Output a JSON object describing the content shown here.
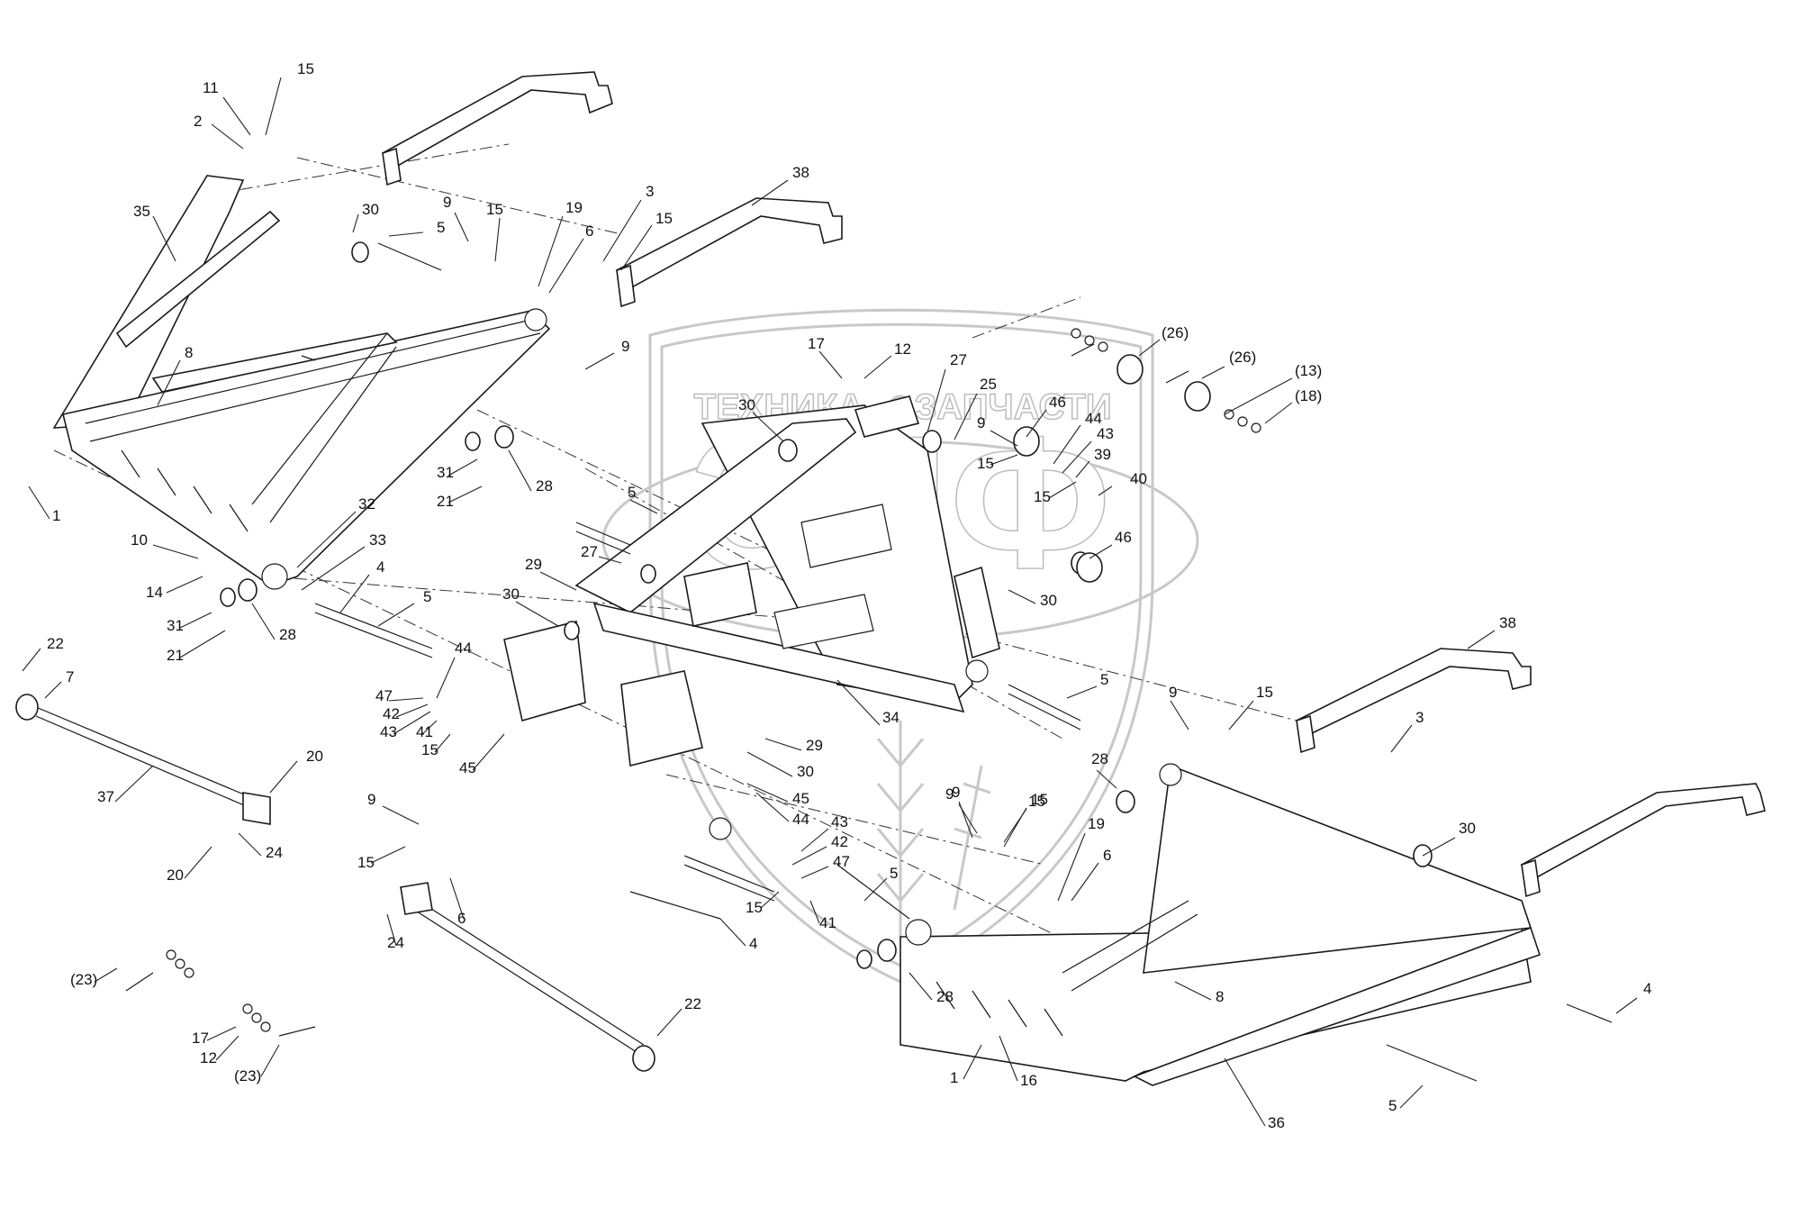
{
  "watermark": {
    "line1": "ТЕХНИКА",
    "line2": "ЗАПЧАСТИ",
    "logo": "ЭЛФ"
  },
  "callouts": [
    {
      "id": "c11a",
      "text": "11"
    },
    {
      "id": "c15a",
      "text": "15"
    },
    {
      "id": "c2",
      "text": "2"
    },
    {
      "id": "c35",
      "text": "35"
    },
    {
      "id": "c30a",
      "text": "30"
    },
    {
      "id": "c5a",
      "text": "5"
    },
    {
      "id": "c9a",
      "text": "9"
    },
    {
      "id": "c15b",
      "text": "15"
    },
    {
      "id": "c19a",
      "text": "19"
    },
    {
      "id": "c6a",
      "text": "6"
    },
    {
      "id": "c3a",
      "text": "3"
    },
    {
      "id": "c15c",
      "text": "15"
    },
    {
      "id": "c38a",
      "text": "38"
    },
    {
      "id": "c8a",
      "text": "8"
    },
    {
      "id": "c9b",
      "text": "9"
    },
    {
      "id": "c1a",
      "text": "1"
    },
    {
      "id": "c31a",
      "text": "31"
    },
    {
      "id": "c21a",
      "text": "21"
    },
    {
      "id": "c28a",
      "text": "28"
    },
    {
      "id": "c32",
      "text": "32"
    },
    {
      "id": "c33",
      "text": "33"
    },
    {
      "id": "c10",
      "text": "10"
    },
    {
      "id": "c14",
      "text": "14"
    },
    {
      "id": "c4a",
      "text": "4"
    },
    {
      "id": "c5b",
      "text": "5"
    },
    {
      "id": "c31b",
      "text": "31"
    },
    {
      "id": "c28b",
      "text": "28"
    },
    {
      "id": "c21b",
      "text": "21"
    },
    {
      "id": "c22a",
      "text": "22"
    },
    {
      "id": "c7",
      "text": "7"
    },
    {
      "id": "c37",
      "text": "37"
    },
    {
      "id": "c20a",
      "text": "20"
    },
    {
      "id": "c20b",
      "text": "20"
    },
    {
      "id": "c24a",
      "text": "24"
    },
    {
      "id": "c47a",
      "text": "47"
    },
    {
      "id": "c42a",
      "text": "42"
    },
    {
      "id": "c43a",
      "text": "43"
    },
    {
      "id": "c41a",
      "text": "41"
    },
    {
      "id": "c15d",
      "text": "15"
    },
    {
      "id": "c44a",
      "text": "44"
    },
    {
      "id": "c45a",
      "text": "45"
    },
    {
      "id": "c9c",
      "text": "9"
    },
    {
      "id": "c15e",
      "text": "15"
    },
    {
      "id": "c6b",
      "text": "6"
    },
    {
      "id": "c24b",
      "text": "24"
    },
    {
      "id": "c23a",
      "text": "(23)"
    },
    {
      "id": "c17a",
      "text": "17"
    },
    {
      "id": "c12a",
      "text": "12"
    },
    {
      "id": "c23b",
      "text": "(23)"
    },
    {
      "id": "c22b",
      "text": "22"
    },
    {
      "id": "c17b",
      "text": "17"
    },
    {
      "id": "c12b",
      "text": "12"
    },
    {
      "id": "c30b",
      "text": "30"
    },
    {
      "id": "c27a",
      "text": "27"
    },
    {
      "id": "c25",
      "text": "25"
    },
    {
      "id": "c46a",
      "text": "46"
    },
    {
      "id": "c9d",
      "text": "9"
    },
    {
      "id": "c15f",
      "text": "15"
    },
    {
      "id": "c44b",
      "text": "44"
    },
    {
      "id": "c43b",
      "text": "43"
    },
    {
      "id": "c39",
      "text": "39"
    },
    {
      "id": "c40",
      "text": "40"
    },
    {
      "id": "c15g",
      "text": "15"
    },
    {
      "id": "c26a",
      "text": "(26)"
    },
    {
      "id": "c26b",
      "text": "(26)"
    },
    {
      "id": "c13",
      "text": "(13)"
    },
    {
      "id": "c18",
      "text": "(18)"
    },
    {
      "id": "c5c",
      "text": "5"
    },
    {
      "id": "c27b",
      "text": "27"
    },
    {
      "id": "c46b",
      "text": "46"
    },
    {
      "id": "c30c",
      "text": "30"
    },
    {
      "id": "c29a",
      "text": "29"
    },
    {
      "id": "c30d",
      "text": "30"
    },
    {
      "id": "c34",
      "text": "34"
    },
    {
      "id": "c5d",
      "text": "5"
    },
    {
      "id": "c29b",
      "text": "29"
    },
    {
      "id": "c30e",
      "text": "30"
    },
    {
      "id": "c45b",
      "text": "45"
    },
    {
      "id": "c44c",
      "text": "44"
    },
    {
      "id": "c43c",
      "text": "43"
    },
    {
      "id": "c42b",
      "text": "42"
    },
    {
      "id": "c47b",
      "text": "47"
    },
    {
      "id": "c9e",
      "text": "9"
    },
    {
      "id": "c15h",
      "text": "15"
    },
    {
      "id": "c5e",
      "text": "5"
    },
    {
      "id": "c15i",
      "text": "15"
    },
    {
      "id": "c41b",
      "text": "41"
    },
    {
      "id": "c4b",
      "text": "4"
    },
    {
      "id": "c9f",
      "text": "9"
    },
    {
      "id": "c15j",
      "text": "15"
    },
    {
      "id": "c38b",
      "text": "38"
    },
    {
      "id": "c3b",
      "text": "3"
    },
    {
      "id": "c28c",
      "text": "28"
    },
    {
      "id": "c30f",
      "text": "30"
    },
    {
      "id": "c19b",
      "text": "19"
    },
    {
      "id": "c6c",
      "text": "6"
    },
    {
      "id": "c9g",
      "text": "9"
    },
    {
      "id": "c15k",
      "text": "15"
    },
    {
      "id": "c8b",
      "text": "8"
    },
    {
      "id": "c28d",
      "text": "28"
    },
    {
      "id": "c4c",
      "text": "4"
    },
    {
      "id": "c1b",
      "text": "1"
    },
    {
      "id": "c16",
      "text": "16"
    },
    {
      "id": "c36",
      "text": "36"
    },
    {
      "id": "c5f",
      "text": "5"
    }
  ]
}
